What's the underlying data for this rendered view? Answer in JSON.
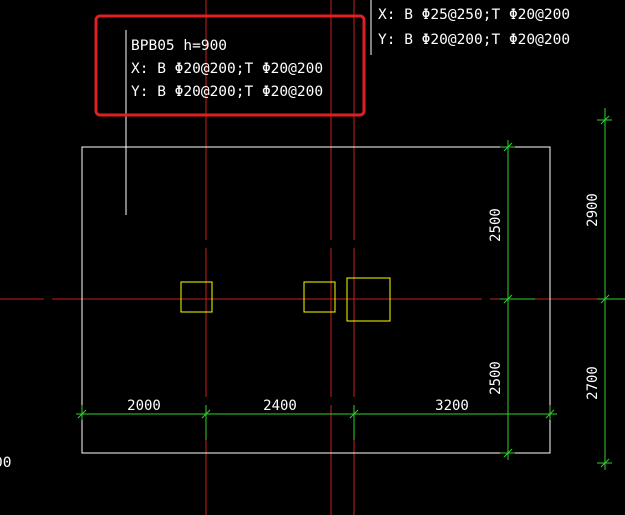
{
  "colors": {
    "background": "#000000",
    "outline": "#ffffff",
    "axis": "#c8201e",
    "dimension": "#2fd12f",
    "column": "#ffff00",
    "highlight": "#e02020"
  },
  "annotation_main": {
    "line1": "BPB05 h=900",
    "line2": "X: B Φ20@200;T Φ20@200",
    "line3": "Y: B Φ20@200;T Φ20@200"
  },
  "annotation_top_right": {
    "line1": "X: B Φ25@250;T Φ20@200",
    "line2": "Y: B Φ20@200;T Φ20@200"
  },
  "edge_left_text": "00",
  "dimensions": {
    "bottom": [
      "2000",
      "2400",
      "3200"
    ],
    "right_inner": [
      "2500",
      "2500"
    ],
    "right_outer": [
      "2900",
      "2700"
    ]
  },
  "icons": {
    "column_marker": "square-outline-icon",
    "dimension_tick": "tick-mark-icon"
  }
}
